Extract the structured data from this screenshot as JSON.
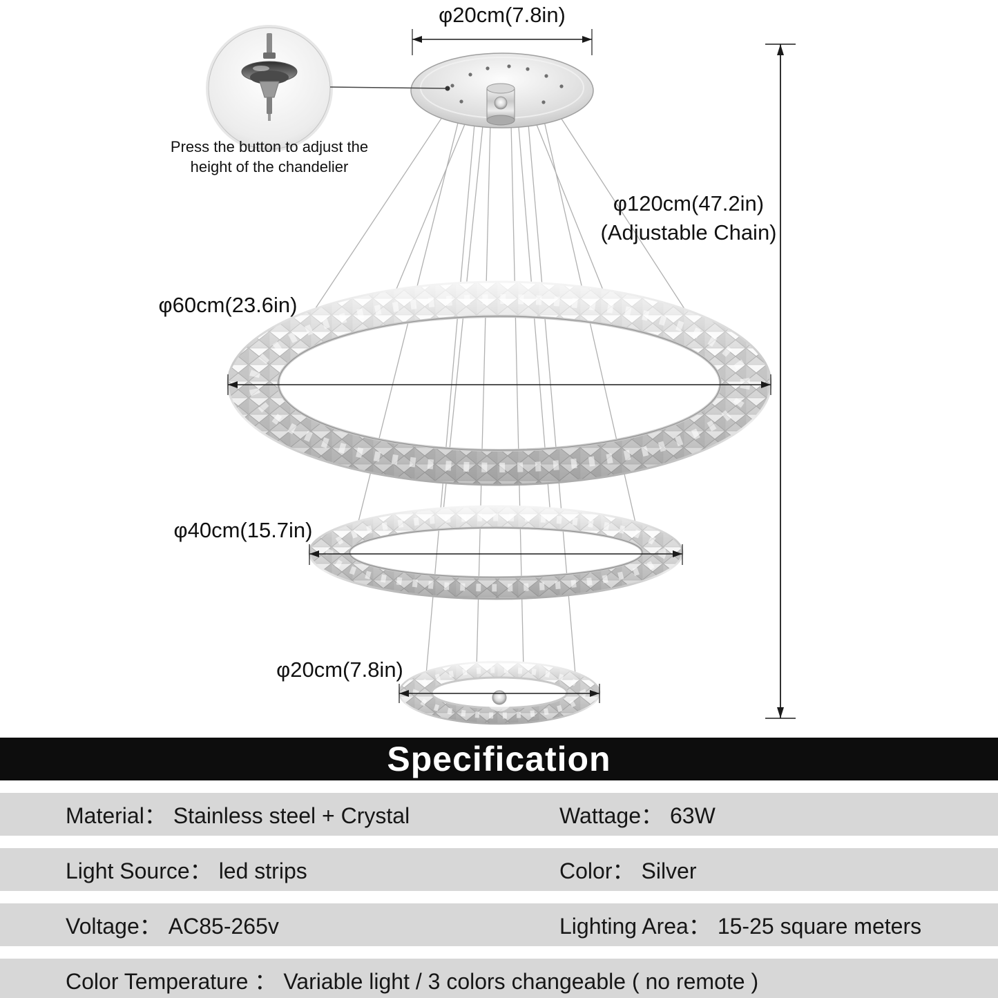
{
  "diagram": {
    "canopy_dimension": "φ20cm(7.8in)",
    "chain_dimension": "φ120cm(47.2in)",
    "chain_note": "(Adjustable Chain)",
    "chain_note_color": "#ff0000",
    "ring_large_dimension": "φ60cm(23.6in)",
    "ring_medium_dimension": "φ40cm(15.7in)",
    "ring_small_dimension": "φ20cm(7.8in)",
    "inset_note_line1": "Press the button to adjust the",
    "inset_note_line2": "height of the chandelier"
  },
  "specification": {
    "title": "Specification",
    "rows": [
      {
        "left_label": "Material：",
        "left_value": "Stainless steel + Crystal",
        "right_label": "Wattage：",
        "right_value": "63W"
      },
      {
        "left_label": "Light Source：",
        "left_value": "led strips",
        "right_label": "Color：",
        "right_value": "Silver"
      },
      {
        "left_label": "Voltage：",
        "left_value": "AC85-265v",
        "right_label": "Lighting Area：",
        "right_value": "15-25 square meters"
      },
      {
        "label": "Color Temperature ：",
        "value": "Variable light / 3 colors changeable ( no remote )"
      }
    ]
  },
  "colors": {
    "spec_header_bg": "#0d0d0d",
    "spec_row_bg": "#d7d7d7",
    "accent_red": "#ff0000"
  }
}
